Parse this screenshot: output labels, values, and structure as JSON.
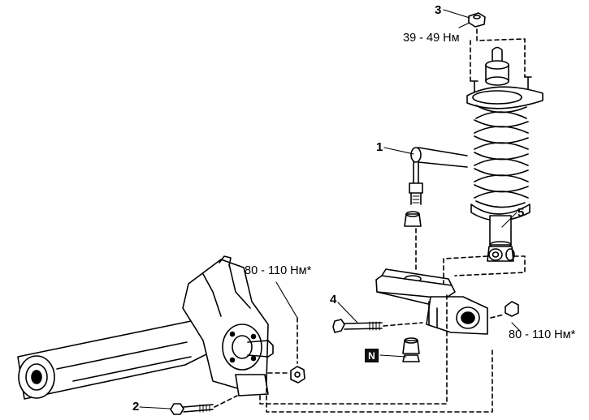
{
  "callouts": {
    "c1": "1",
    "c2": "2",
    "c3": "3",
    "c4": "4",
    "c5": "5"
  },
  "torques": {
    "top_mount": "39 - 49 Нм",
    "knuckle_bolt": "80 - 110 Нм*",
    "arm_bolt": "80 - 110 Нм*"
  },
  "badge": "N"
}
